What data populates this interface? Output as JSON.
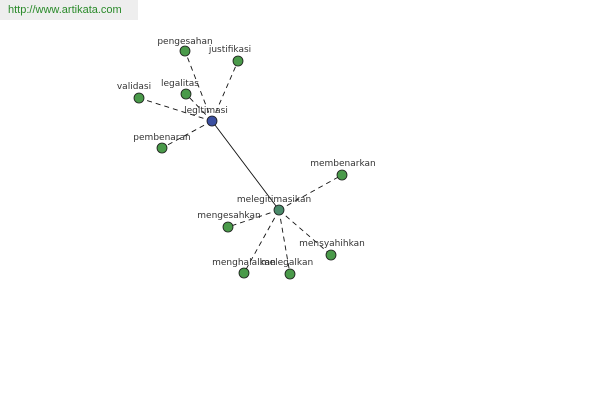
{
  "source": {
    "url": "http://www.artikata.com"
  },
  "graph": {
    "hub_color": "#3b4fa0",
    "leaf_color": "#4a9a4a",
    "node_stroke": "#1a1a1a",
    "edge_color": "#111111",
    "hubs": [
      {
        "id": "h1",
        "label": "legitimasi",
        "color": "#3b4fa0"
      },
      {
        "id": "h2",
        "label": "melegitimasikan",
        "color": "#4a8a6a"
      }
    ],
    "leaves": [
      {
        "id": "n1",
        "label": "pengesahan",
        "hub": "h1"
      },
      {
        "id": "n2",
        "label": "justifikasi",
        "hub": "h1"
      },
      {
        "id": "n3",
        "label": "legalitas",
        "hub": "h1"
      },
      {
        "id": "n4",
        "label": "validasi",
        "hub": "h1"
      },
      {
        "id": "n5",
        "label": "pembenaran",
        "hub": "h1"
      },
      {
        "id": "n6",
        "label": "membenarkan",
        "hub": "h2"
      },
      {
        "id": "n7",
        "label": "mengesahkan",
        "hub": "h2"
      },
      {
        "id": "n8",
        "label": "mensyahihkan",
        "hub": "h2"
      },
      {
        "id": "n9",
        "label": "menghalalkan",
        "hub": "h2"
      },
      {
        "id": "n10",
        "label": "melegalkan",
        "hub": "h2"
      }
    ]
  }
}
